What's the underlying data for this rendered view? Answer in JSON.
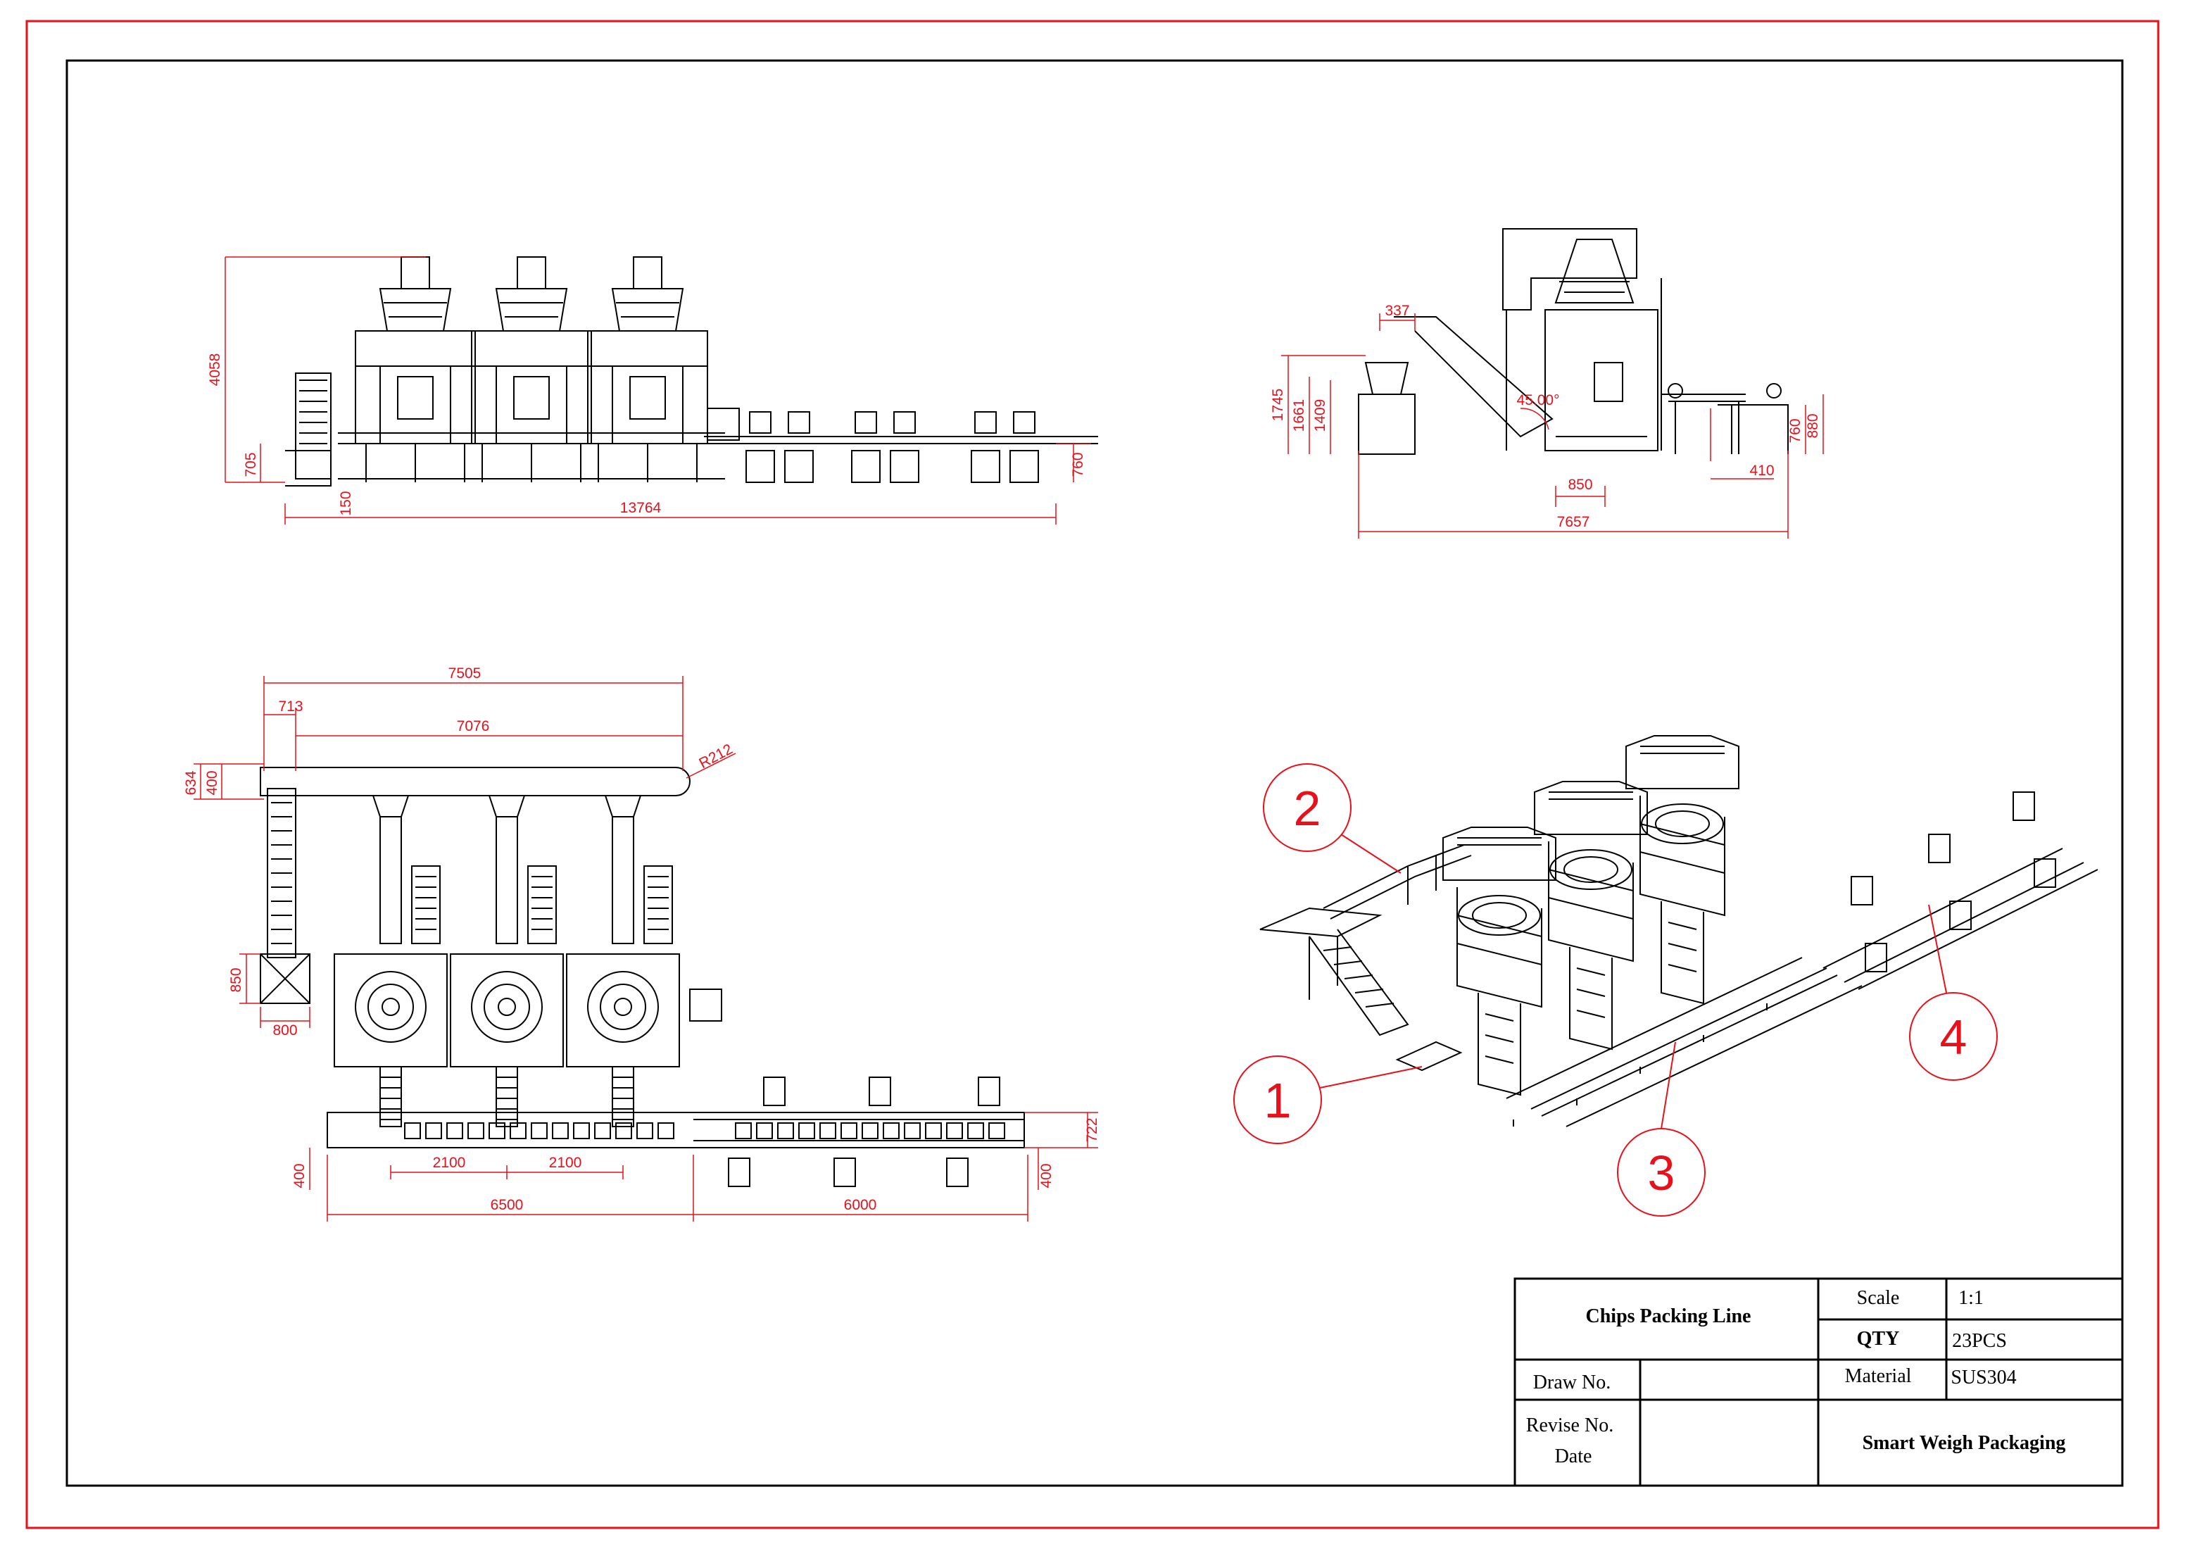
{
  "colors": {
    "line": "#000000",
    "dimension": "#e8101a",
    "frame": "#e8101a",
    "background": "#ffffff"
  },
  "front_view": {
    "dims": {
      "height_total": "4058",
      "height_base": "705",
      "width_total": "13764",
      "offset": "150",
      "conveyor_height": "760"
    }
  },
  "side_view": {
    "dims": {
      "h1": "1745",
      "h2": "1661",
      "h3": "1409",
      "top": "337",
      "angle": "45.00°",
      "bottom": "850",
      "width_total": "7657",
      "right_h1": "760",
      "right_h2": "880",
      "right_w": "410"
    }
  },
  "plan_view": {
    "dims": {
      "overall": "7505",
      "left": "713",
      "span": "7076",
      "radius": "R212",
      "depth1": "634",
      "depth2": "400",
      "hopper_h": "850",
      "hopper_w": "800",
      "pitch1": "2100",
      "pitch2": "2100",
      "conv1": "6500",
      "conv2": "6000",
      "conv_w": "722",
      "left_off": "400",
      "right_off": "400"
    }
  },
  "iso_view": {
    "callouts": [
      "1",
      "2",
      "3",
      "4"
    ]
  },
  "title_block": {
    "title": "Chips Packing Line",
    "scale_label": "Scale",
    "scale_value": "1:1",
    "qty_label": "QTY",
    "qty_value": "23PCS",
    "material_label": "Material",
    "material_value": "SUS304",
    "draw_label": "Draw No.",
    "revise_label": "Revise No.",
    "date_label": "Date",
    "company": "Smart Weigh Packaging"
  }
}
